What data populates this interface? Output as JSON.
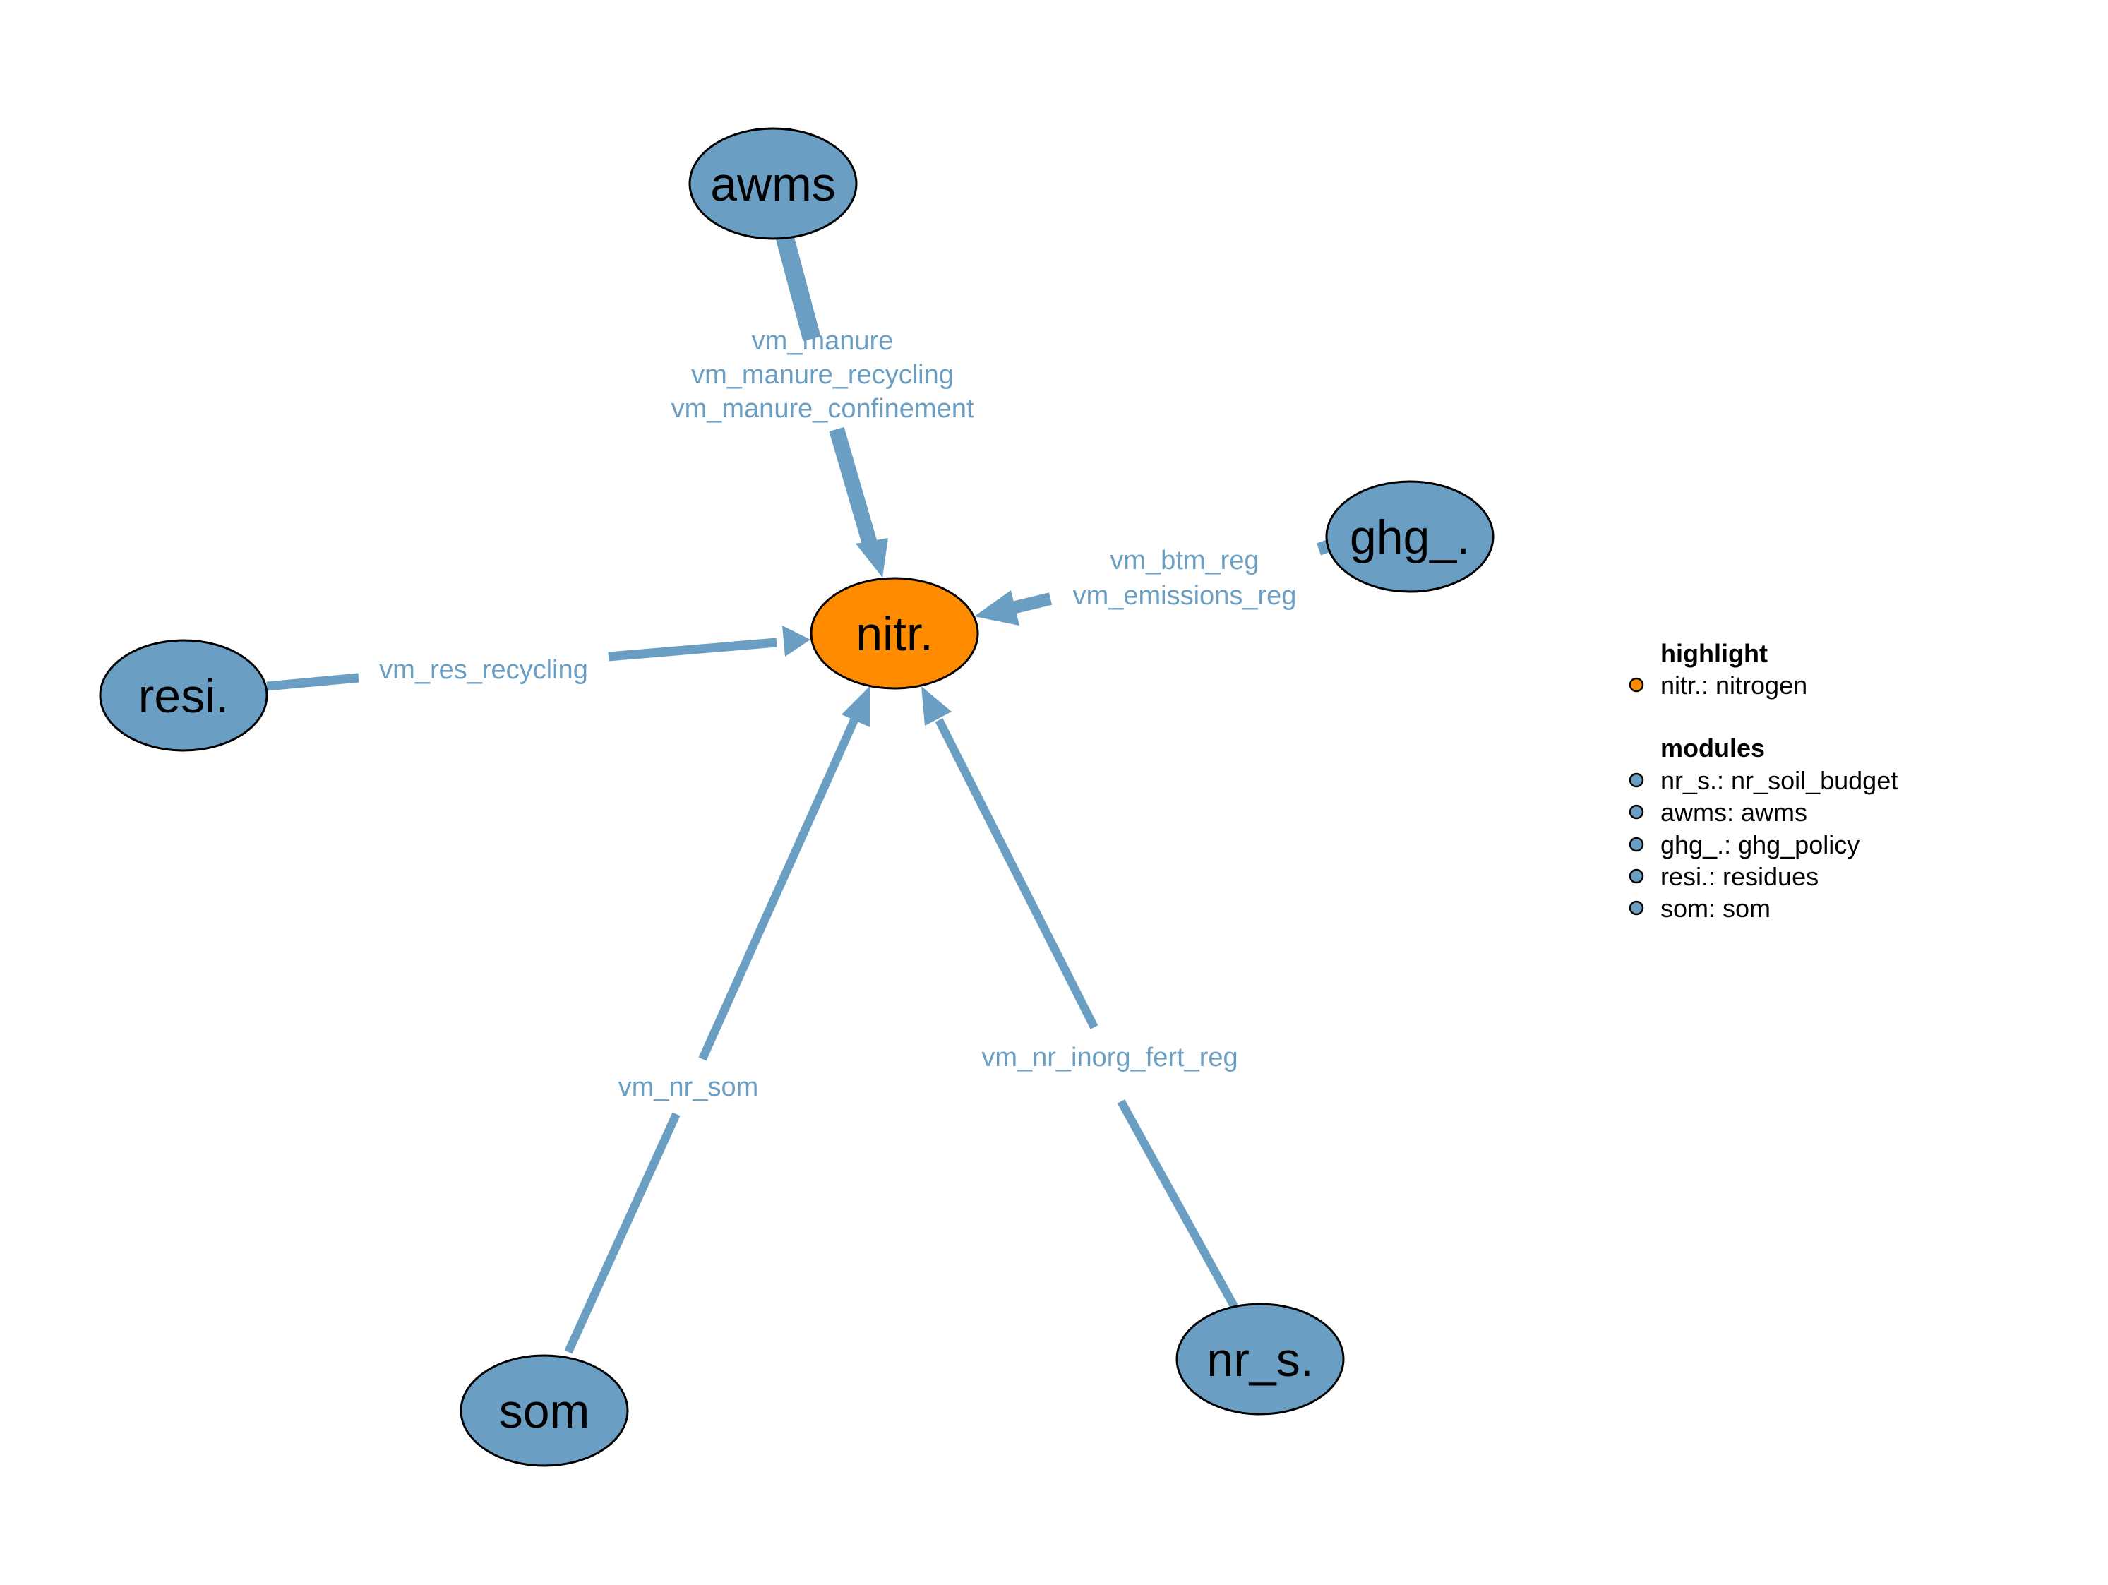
{
  "colors": {
    "module": "#6a9ec2",
    "highlight": "#ff8c00",
    "edge": "#6a9ec2",
    "outline": "#000000"
  },
  "nodes": {
    "nitr": "nitr.",
    "awms": "awms",
    "ghg": "ghg_.",
    "resi": "resi.",
    "som": "som",
    "nrs": "nr_s."
  },
  "edges": {
    "awms": {
      "labels": [
        "vm_manure",
        "vm_manure_recycling",
        "vm_manure_confinement"
      ]
    },
    "ghg": {
      "labels": [
        "vm_btm_reg",
        "vm_emissions_reg"
      ]
    },
    "resi": {
      "labels": [
        "vm_res_recycling"
      ]
    },
    "som": {
      "labels": [
        "vm_nr_som"
      ]
    },
    "nrs": {
      "labels": [
        "vm_nr_inorg_fert_reg"
      ]
    }
  },
  "legend": {
    "highlight_title": "highlight",
    "highlight_items": [
      "nitr.: nitrogen"
    ],
    "modules_title": "modules",
    "module_items": [
      "nr_s.: nr_soil_budget",
      "awms: awms",
      "ghg_.: ghg_policy",
      "resi.: residues",
      "som: som"
    ]
  }
}
